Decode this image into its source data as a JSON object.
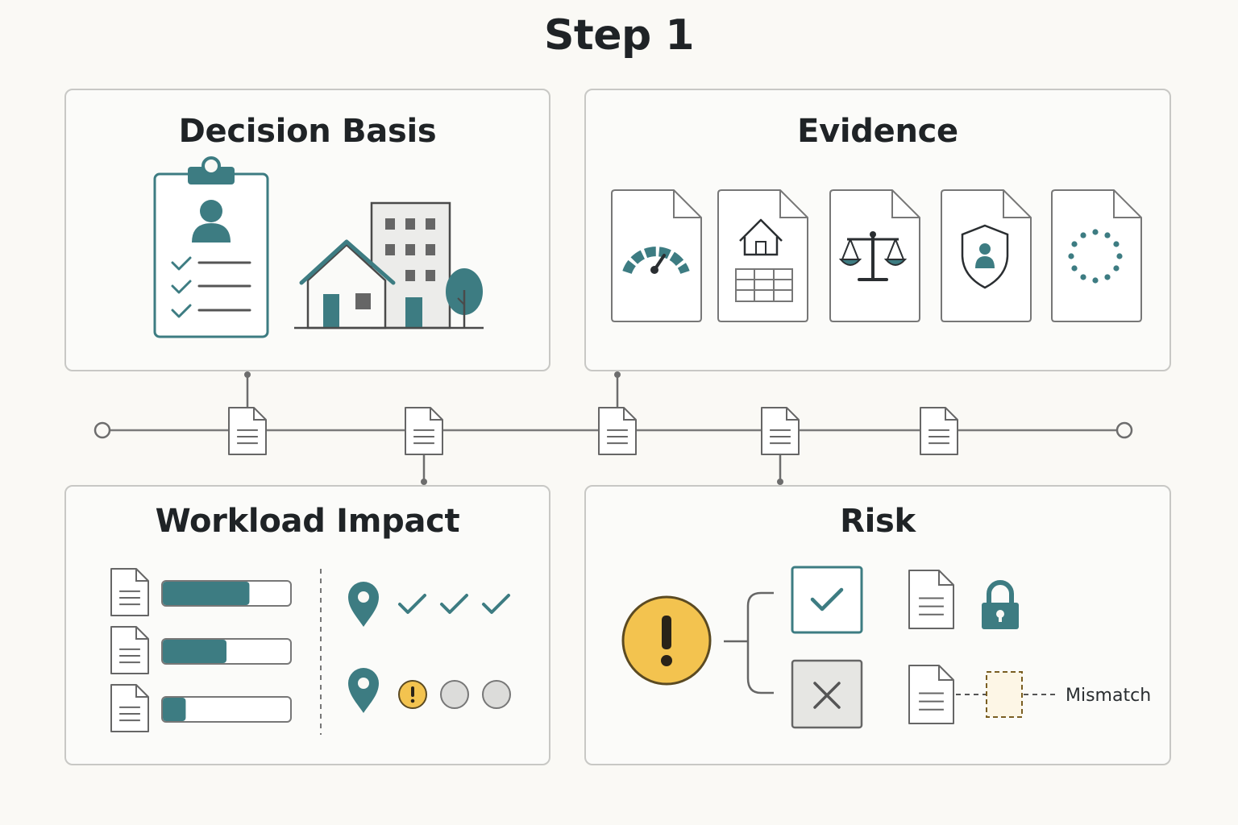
{
  "title": "Step 1",
  "panels": {
    "decision_basis": {
      "title": "Decision Basis"
    },
    "evidence": {
      "title": "Evidence",
      "documents": [
        "gauge-icon",
        "house-table-icon",
        "scales-icon",
        "shield-person-icon",
        "loading-dots-icon"
      ]
    },
    "workload_impact": {
      "title": "Workload Impact",
      "progress": [
        0.68,
        0.5,
        0.18
      ],
      "location_rows": [
        {
          "icon": "location-pin-icon",
          "statuses": [
            "check",
            "check",
            "check"
          ]
        },
        {
          "icon": "location-pin-icon",
          "statuses": [
            "warning",
            "pending",
            "pending"
          ]
        }
      ]
    },
    "risk": {
      "title": "Risk",
      "mismatch_label": "Mismatch"
    }
  },
  "colors": {
    "teal": "#3d7c82",
    "yellow": "#f3c34f",
    "border": "#c8c8c5",
    "line": "#6d6d6d",
    "text": "#1f2326"
  }
}
